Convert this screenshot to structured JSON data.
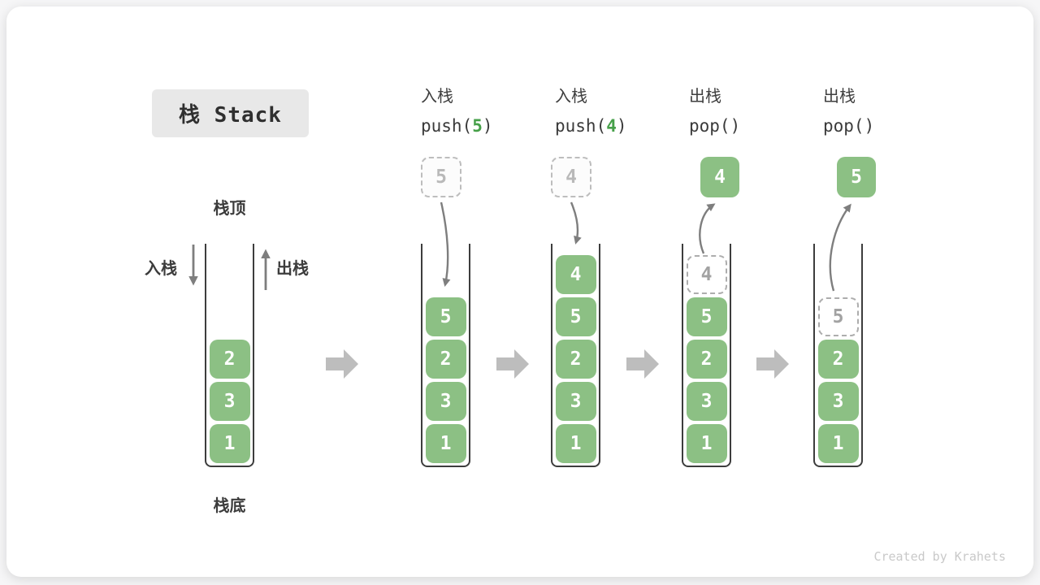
{
  "colors": {
    "box_green": "#8CC084",
    "accent_green": "#46A049",
    "ink": "#3C3C3C",
    "arrow_gray": "#7E7E7E",
    "chevron_gray": "#BDBDBD",
    "ghost_gray": "#ADADAD",
    "title_bg": "#E8E8E8",
    "footer_gray": "#C9C9C9"
  },
  "title": {
    "label": "栈 Stack"
  },
  "legend": {
    "stack_top": "栈顶",
    "stack_bottom": "栈底",
    "push": "入栈",
    "pop": "出栈"
  },
  "initial_stack": {
    "items": [
      "2",
      "3",
      "1"
    ]
  },
  "operations": [
    {
      "label": "入栈",
      "call_pre": "push(",
      "call_arg": "5",
      "call_post": ")",
      "floating_value": "5",
      "stack": [
        "5",
        "2",
        "3",
        "1"
      ],
      "ghost_value": ""
    },
    {
      "label": "入栈",
      "call_pre": "push(",
      "call_arg": "4",
      "call_post": ")",
      "floating_value": "4",
      "stack": [
        "4",
        "5",
        "2",
        "3",
        "1"
      ],
      "ghost_value": ""
    },
    {
      "label": "出栈",
      "call_pre": "pop(",
      "call_arg": "",
      "call_post": ")",
      "floating_value": "4",
      "stack": [
        "5",
        "2",
        "3",
        "1"
      ],
      "ghost_value": "4"
    },
    {
      "label": "出栈",
      "call_pre": "pop(",
      "call_arg": "",
      "call_post": ")",
      "floating_value": "5",
      "stack": [
        "2",
        "3",
        "1"
      ],
      "ghost_value": "5"
    }
  ],
  "footer": {
    "credit": "Created by Krahets"
  }
}
